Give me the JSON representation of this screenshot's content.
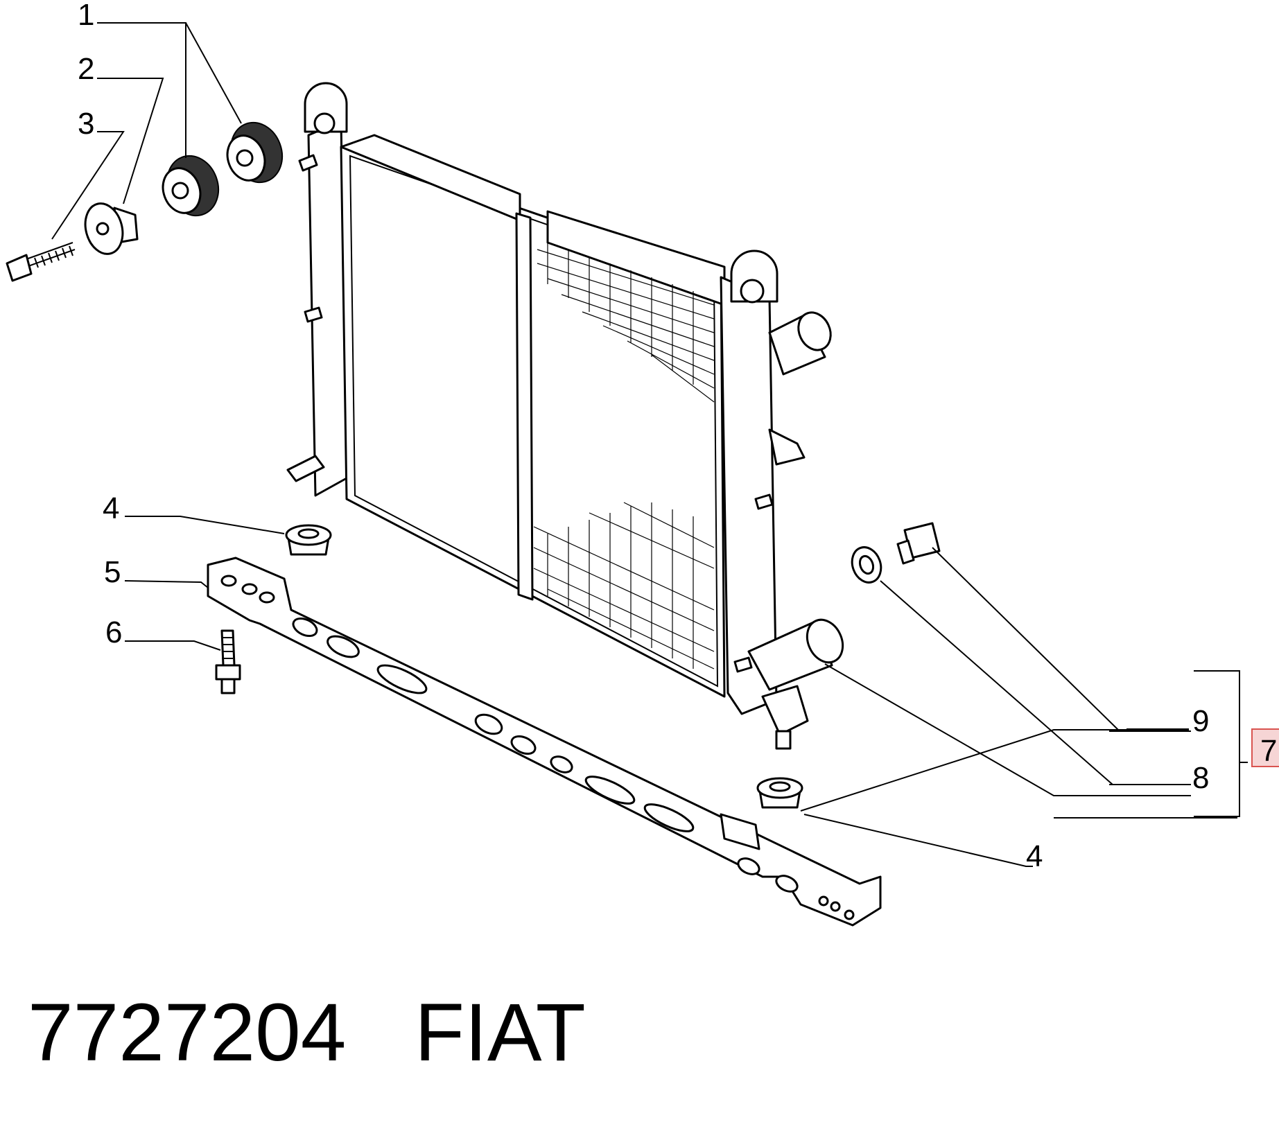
{
  "callouts": {
    "c1": "1",
    "c2": "2",
    "c3": "3",
    "c4_left": "4",
    "c5": "5",
    "c6": "6",
    "c9": "9",
    "c8": "8",
    "c4_right": "4",
    "c7": "7"
  },
  "footer": {
    "part_number": "7727204",
    "brand": "FIAT"
  },
  "colors": {
    "ink": "#000000",
    "highlight_border": "#d9534f",
    "highlight_fill": "#f6d5d5"
  }
}
